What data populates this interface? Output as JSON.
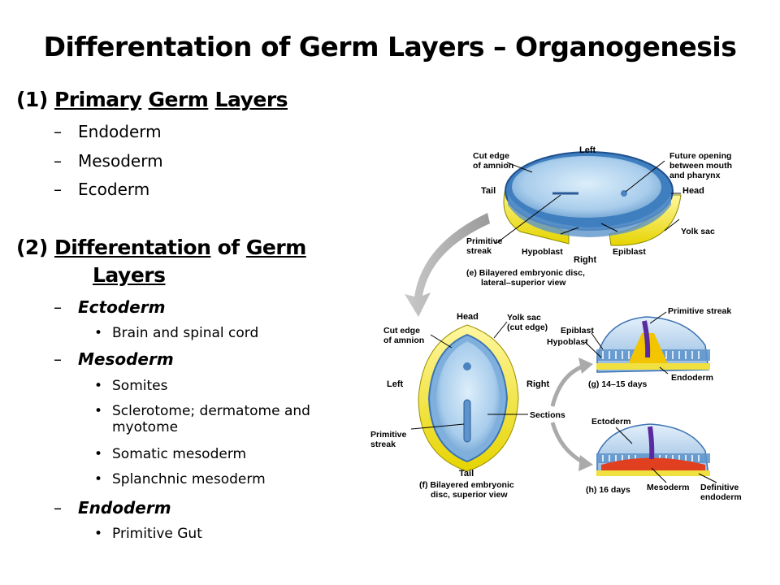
{
  "title": "Differentation of Germ Layers – Organogenesis",
  "section1": {
    "num": "(1)",
    "w1": "Primary",
    "w2": "Germ",
    "w3": "Layers",
    "items": [
      "Endoderm",
      "Mesoderm",
      "Ecoderm"
    ]
  },
  "section2": {
    "num": "(2)",
    "w1": "Differentation",
    "w2": "of",
    "w3": "Germ",
    "w4": "Layers",
    "groups": [
      {
        "label": "Ectoderm",
        "bullets": [
          "Brain and spinal cord"
        ]
      },
      {
        "label": "Mesoderm",
        "bullets": [
          "Somites",
          "Sclerotome; dermatome and",
          "myotome",
          "Somatic mesoderm",
          "Splanchnic mesoderm"
        ]
      },
      {
        "label": "Endoderm",
        "bullets": [
          "Primitive Gut"
        ]
      }
    ]
  },
  "diagram": {
    "top": {
      "left": "Left",
      "right": "Right",
      "tail": "Tail",
      "head": "Head",
      "cut_edge_1": "Cut edge",
      "cut_edge_2": "of amnion",
      "future_1": "Future opening",
      "future_2": "between mouth",
      "future_3": "and pharynx",
      "yolk_sac": "Yolk sac",
      "primitive_1": "Primitive",
      "primitive_2": "streak",
      "hypoblast": "Hypoblast",
      "epiblast": "Epiblast",
      "caption_1": "(e) Bilayered embryonic disc,",
      "caption_2": "lateral–superior view"
    },
    "bottom": {
      "head": "Head",
      "tail": "Tail",
      "left": "Left",
      "right": "Right",
      "cut_edge_1": "Cut edge",
      "cut_edge_2": "of amnion",
      "yolk_1": "Yolk sac",
      "yolk_2": "(cut edge)",
      "primitive_1": "Primitive",
      "primitive_2": "streak",
      "sections": "Sections",
      "caption_1": "(f) Bilayered embryonic",
      "caption_2": "disc, superior view"
    },
    "section_g": {
      "primitive_streak": "Primitive streak",
      "epiblast": "Epiblast",
      "hypoblast": "Hypoblast",
      "endoderm": "Endoderm",
      "caption": "(g) 14–15 days"
    },
    "section_h": {
      "ectoderm": "Ectoderm",
      "caption": "(h) 16 days",
      "mesoderm": "Mesoderm",
      "definitive_1": "Definitive",
      "definitive_2": "endoderm"
    }
  }
}
